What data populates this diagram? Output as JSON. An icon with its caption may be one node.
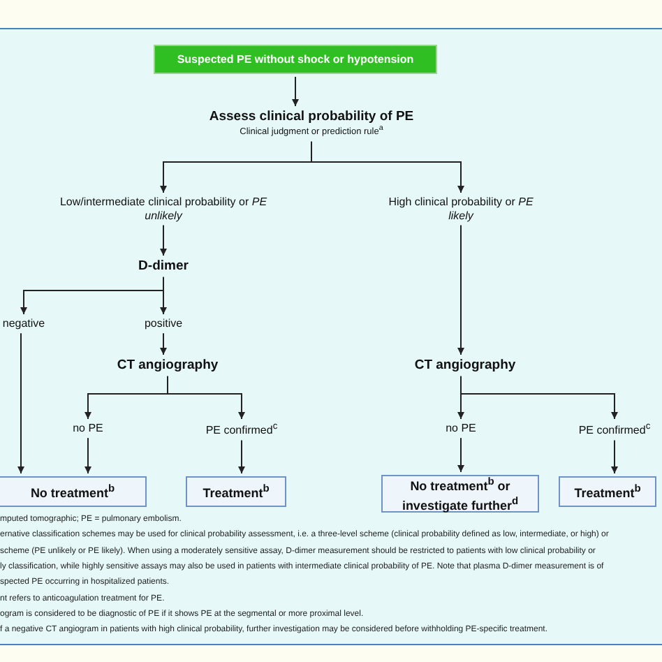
{
  "diagram": {
    "nodes": [
      {
        "text": [
          "Suspected PE without shock or hypotension"
        ]
      },
      {
        "text": [
          "Assess clinical probability of PE",
          "Clinical judgment or prediction rule$^{a}$"
        ]
      },
      {
        "text": [
          "Low/intermediate clinical probability or *PE unlikely*"
        ]
      },
      {
        "text": [
          "High clinical probability or *PE likely*"
        ]
      },
      {
        "text": [
          "D-dimer"
        ]
      },
      {
        "text": [
          "negative"
        ]
      },
      {
        "text": [
          "positive"
        ]
      },
      {
        "text": [
          "CT angiography"
        ]
      },
      {
        "text": [
          "no PE"
        ]
      },
      {
        "text": [
          "PE confirmed$^{c}$"
        ]
      },
      {
        "text": [
          "No treatment$^{b}$"
        ]
      },
      {
        "text": [
          "Treatment$^{b}$"
        ]
      },
      {
        "text": [
          "CT angiography"
        ]
      },
      {
        "text": [
          "no PE"
        ]
      },
      {
        "text": [
          "PE confirmed$^{c}$"
        ]
      },
      {
        "text": [
          "No treatment$^{b}$ or investigate further$^{d}$"
        ]
      },
      {
        "text": [
          "Treatment$^{b}$"
        ]
      }
    ],
    "edges": [
      {
        "from": 0,
        "to": 1,
        "arrow": "to"
      },
      {
        "from": 1,
        "to": 2,
        "arrow": "to"
      },
      {
        "from": 1,
        "to": 3,
        "arrow": "to"
      },
      {
        "from": 2,
        "to": 4,
        "arrow": "to"
      },
      {
        "from": 4,
        "to": 5,
        "arrow": "to"
      },
      {
        "from": 4,
        "to": 6,
        "arrow": "to"
      },
      {
        "from": 6,
        "to": 7,
        "arrow": "to"
      },
      {
        "from": 5,
        "to": 10,
        "arrow": "to"
      },
      {
        "from": 7,
        "to": 8,
        "arrow": "to"
      },
      {
        "from": 7,
        "to": 9,
        "arrow": "to"
      },
      {
        "from": 8,
        "to": 10,
        "arrow": "to"
      },
      {
        "from": 9,
        "to": 11,
        "arrow": "to"
      },
      {
        "from": 3,
        "to": 12,
        "arrow": "to"
      },
      {
        "from": 12,
        "to": 13,
        "arrow": "to"
      },
      {
        "from": 12,
        "to": 14,
        "arrow": "to"
      },
      {
        "from": 13,
        "to": 15,
        "arrow": "to"
      },
      {
        "from": 14,
        "to": 16,
        "arrow": "to"
      }
    ],
    "labels": [
      "mputed tomographic; PE = pulmonary embolism.",
      "ernative classification schemes may be used for clinical probability assessment, i.e. a three-level scheme (clinical probability defined as low, intermediate, or high) or",
      "scheme (PE unlikely or PE likely). When using a moderately sensitive assay, D-dimer measurement should be restricted to patients with low clinical probability or",
      "ly classification, while highly sensitive assays may also be used in patients with intermediate clinical probability of PE. Note that plasma D-dimer measurement is of",
      "spected PE occurring in hospitalized patients.",
      "nt refers to anticoagulation treatment for PE.",
      "ogram is considered to be diagnostic of PE if it shows PE at the segmental or more proximal level.",
      "f a negative CT angiogram in patients with high clinical probability, further investigation may be considered before withholding PE-specific treatment."
    ]
  }
}
